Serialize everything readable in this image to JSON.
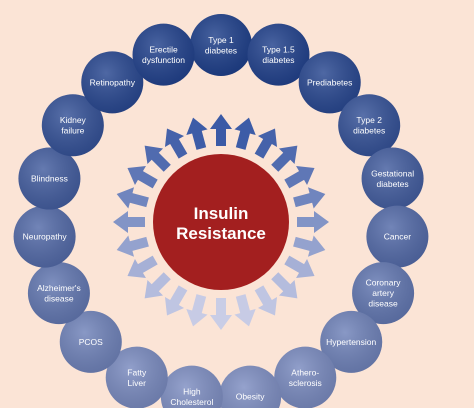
{
  "center": {
    "line1": "Insulin",
    "line2": "Resistance"
  },
  "conditions": [
    {
      "lines": [
        "Type 1",
        "diabetes"
      ],
      "icon": "bubble"
    },
    {
      "lines": [
        "Type 1.5",
        "diabetes"
      ],
      "icon": "bubble"
    },
    {
      "lines": [
        "Prediabetes"
      ],
      "icon": "bubble"
    },
    {
      "lines": [
        "Type 2",
        "diabetes"
      ],
      "icon": "bubble"
    },
    {
      "lines": [
        "Gestational",
        "diabetes"
      ],
      "icon": "bubble"
    },
    {
      "lines": [
        "Cancer"
      ],
      "icon": "bubble"
    },
    {
      "lines": [
        "Coronary",
        "artery",
        "disease"
      ],
      "icon": "bubble"
    },
    {
      "lines": [
        "Hypertension"
      ],
      "icon": "bubble"
    },
    {
      "lines": [
        "Athero-",
        "sclerosis"
      ],
      "icon": "bubble"
    },
    {
      "lines": [
        "Obesity"
      ],
      "icon": "bubble"
    },
    {
      "lines": [
        "High",
        "Cholesterol"
      ],
      "icon": "bubble"
    },
    {
      "lines": [
        "Fatty",
        "Liver"
      ],
      "icon": "bubble"
    },
    {
      "lines": [
        "PCOS"
      ],
      "icon": "bubble"
    },
    {
      "lines": [
        "Alzheimer's",
        "disease"
      ],
      "icon": "bubble"
    },
    {
      "lines": [
        "Neuropathy"
      ],
      "icon": "bubble"
    },
    {
      "lines": [
        "Blindness"
      ],
      "icon": "bubble"
    },
    {
      "lines": [
        "Kidney",
        "failure"
      ],
      "icon": "bubble"
    },
    {
      "lines": [
        "Retinopathy"
      ],
      "icon": "bubble"
    },
    {
      "lines": [
        "Erectile",
        "dysfunction"
      ],
      "icon": "bubble"
    }
  ],
  "arrow_count": 24,
  "colors": {
    "background": "#fbe4d6",
    "center_fill": "#a31f1f",
    "center_text": "#ffffff",
    "bubble_top": "#1e3f8a",
    "bubble_bottom": "#7f8fc2",
    "bubble_text": "#ffffff",
    "arrow_light": "#c9cde6",
    "arrow_dark": "#3b5aa6"
  }
}
